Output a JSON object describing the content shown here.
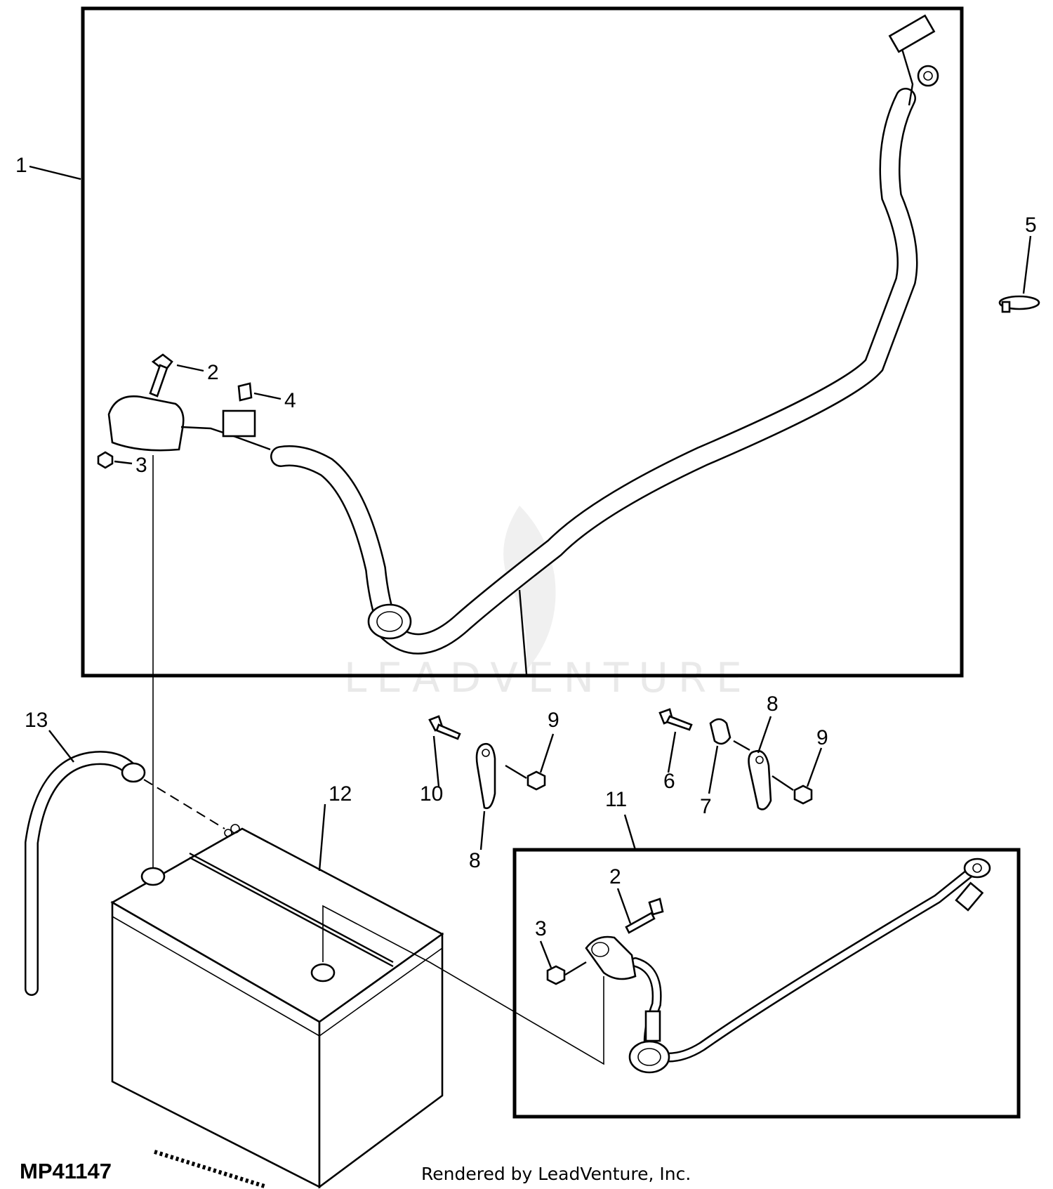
{
  "diagram_id": "MP41147",
  "credit": "Rendered by LeadVenture, Inc.",
  "watermark": "LEADVENTURE",
  "callouts": {
    "c1": "1",
    "c2_top": "2",
    "c3_top": "3",
    "c4": "4",
    "c5": "5",
    "c6": "6",
    "c7": "7",
    "c8_right": "8",
    "c9_right": "9",
    "c9_left": "9",
    "c10": "10",
    "c8_left": "8",
    "c11": "11",
    "c12": "12",
    "c13": "13",
    "c2_bottom": "2",
    "c3_bottom": "3"
  }
}
